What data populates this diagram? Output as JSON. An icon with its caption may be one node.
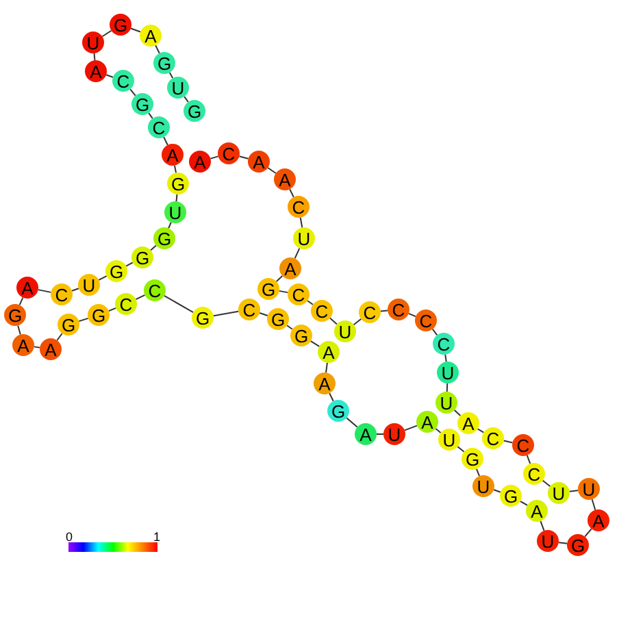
{
  "diagram": {
    "nodes": [
      {
        "text": [
          "A"
        ]
      },
      {
        "text": [
          "C"
        ]
      },
      {
        "text": [
          "A"
        ]
      },
      {
        "text": [
          "A"
        ]
      },
      {
        "text": [
          "C"
        ]
      },
      {
        "text": [
          "U"
        ]
      },
      {
        "text": [
          "A"
        ]
      },
      {
        "text": [
          "G"
        ]
      },
      {
        "text": [
          "C"
        ]
      },
      {
        "text": [
          "C"
        ]
      },
      {
        "text": [
          "U"
        ]
      },
      {
        "text": [
          "C"
        ]
      },
      {
        "text": [
          "C"
        ]
      },
      {
        "text": [
          "C"
        ]
      },
      {
        "text": [
          "C"
        ]
      },
      {
        "text": [
          "U"
        ]
      },
      {
        "text": [
          "U"
        ]
      },
      {
        "text": [
          "A"
        ]
      },
      {
        "text": [
          "C"
        ]
      },
      {
        "text": [
          "C"
        ]
      },
      {
        "text": [
          "C"
        ]
      },
      {
        "text": [
          "U"
        ]
      },
      {
        "text": [
          "U"
        ]
      },
      {
        "text": [
          "A"
        ]
      },
      {
        "text": [
          "G"
        ]
      },
      {
        "text": [
          "U"
        ]
      },
      {
        "text": [
          "A"
        ]
      },
      {
        "text": [
          "G"
        ]
      },
      {
        "text": [
          "U"
        ]
      },
      {
        "text": [
          "G"
        ]
      },
      {
        "text": [
          "U"
        ]
      },
      {
        "text": [
          "A"
        ]
      },
      {
        "text": [
          "U"
        ]
      },
      {
        "text": [
          "A"
        ]
      },
      {
        "text": [
          "G"
        ]
      },
      {
        "text": [
          "A"
        ]
      },
      {
        "text": [
          "A"
        ]
      },
      {
        "text": [
          "G"
        ]
      },
      {
        "text": [
          "G"
        ]
      },
      {
        "text": [
          "C"
        ]
      },
      {
        "text": [
          "G"
        ]
      },
      {
        "text": [
          "C"
        ]
      },
      {
        "text": [
          "C"
        ]
      },
      {
        "text": [
          "G"
        ]
      },
      {
        "text": [
          "G"
        ]
      },
      {
        "text": [
          "A"
        ]
      },
      {
        "text": [
          "A"
        ]
      },
      {
        "text": [
          "G"
        ]
      },
      {
        "text": [
          "A"
        ]
      },
      {
        "text": [
          "C"
        ]
      },
      {
        "text": [
          "U"
        ]
      },
      {
        "text": [
          "G"
        ]
      },
      {
        "text": [
          "G"
        ]
      },
      {
        "text": [
          "G"
        ]
      },
      {
        "text": [
          "U"
        ]
      },
      {
        "text": [
          "G"
        ]
      },
      {
        "text": [
          "A"
        ]
      },
      {
        "text": [
          "C"
        ]
      },
      {
        "text": [
          "G"
        ]
      },
      {
        "text": [
          "C"
        ]
      },
      {
        "text": [
          "A"
        ]
      },
      {
        "text": [
          "U"
        ]
      },
      {
        "text": [
          "G"
        ]
      },
      {
        "text": [
          "A"
        ]
      },
      {
        "text": [
          "G"
        ]
      },
      {
        "text": [
          "U"
        ]
      },
      {
        "text": [
          "G"
        ]
      }
    ],
    "edges": [
      {
        "from": 0,
        "to": 1,
        "arrow": "none"
      },
      {
        "from": 1,
        "to": 2,
        "arrow": "none"
      },
      {
        "from": 2,
        "to": 3,
        "arrow": "none"
      },
      {
        "from": 3,
        "to": 4,
        "arrow": "none"
      },
      {
        "from": 4,
        "to": 5,
        "arrow": "none"
      },
      {
        "from": 5,
        "to": 6,
        "arrow": "none"
      },
      {
        "from": 6,
        "to": 7,
        "arrow": "none"
      },
      {
        "from": 7,
        "to": 8,
        "arrow": "none"
      },
      {
        "from": 8,
        "to": 9,
        "arrow": "none"
      },
      {
        "from": 9,
        "to": 10,
        "arrow": "none"
      },
      {
        "from": 10,
        "to": 11,
        "arrow": "none"
      },
      {
        "from": 11,
        "to": 12,
        "arrow": "none"
      },
      {
        "from": 12,
        "to": 13,
        "arrow": "none"
      },
      {
        "from": 13,
        "to": 14,
        "arrow": "none"
      },
      {
        "from": 14,
        "to": 15,
        "arrow": "none"
      },
      {
        "from": 15,
        "to": 16,
        "arrow": "none"
      },
      {
        "from": 16,
        "to": 17,
        "arrow": "none"
      },
      {
        "from": 17,
        "to": 18,
        "arrow": "none"
      },
      {
        "from": 18,
        "to": 19,
        "arrow": "none"
      },
      {
        "from": 19,
        "to": 20,
        "arrow": "none"
      },
      {
        "from": 20,
        "to": 21,
        "arrow": "none"
      },
      {
        "from": 21,
        "to": 22,
        "arrow": "none"
      },
      {
        "from": 22,
        "to": 23,
        "arrow": "none"
      },
      {
        "from": 23,
        "to": 24,
        "arrow": "none"
      },
      {
        "from": 24,
        "to": 25,
        "arrow": "none"
      },
      {
        "from": 25,
        "to": 26,
        "arrow": "none"
      },
      {
        "from": 26,
        "to": 27,
        "arrow": "none"
      },
      {
        "from": 27,
        "to": 28,
        "arrow": "none"
      },
      {
        "from": 28,
        "to": 29,
        "arrow": "none"
      },
      {
        "from": 29,
        "to": 30,
        "arrow": "none"
      },
      {
        "from": 30,
        "to": 31,
        "arrow": "none"
      },
      {
        "from": 31,
        "to": 32,
        "arrow": "none"
      },
      {
        "from": 32,
        "to": 33,
        "arrow": "none"
      },
      {
        "from": 33,
        "to": 34,
        "arrow": "none"
      },
      {
        "from": 34,
        "to": 35,
        "arrow": "none"
      },
      {
        "from": 35,
        "to": 36,
        "arrow": "none"
      },
      {
        "from": 36,
        "to": 37,
        "arrow": "none"
      },
      {
        "from": 37,
        "to": 38,
        "arrow": "none"
      },
      {
        "from": 38,
        "to": 39,
        "arrow": "none"
      },
      {
        "from": 39,
        "to": 40,
        "arrow": "none"
      },
      {
        "from": 40,
        "to": 41,
        "arrow": "none"
      },
      {
        "from": 41,
        "to": 42,
        "arrow": "none"
      },
      {
        "from": 42,
        "to": 43,
        "arrow": "none"
      },
      {
        "from": 43,
        "to": 44,
        "arrow": "none"
      },
      {
        "from": 44,
        "to": 45,
        "arrow": "none"
      },
      {
        "from": 45,
        "to": 46,
        "arrow": "none"
      },
      {
        "from": 46,
        "to": 47,
        "arrow": "none"
      },
      {
        "from": 47,
        "to": 48,
        "arrow": "none"
      },
      {
        "from": 48,
        "to": 49,
        "arrow": "none"
      },
      {
        "from": 49,
        "to": 50,
        "arrow": "none"
      },
      {
        "from": 50,
        "to": 51,
        "arrow": "none"
      },
      {
        "from": 51,
        "to": 52,
        "arrow": "none"
      },
      {
        "from": 52,
        "to": 53,
        "arrow": "none"
      },
      {
        "from": 53,
        "to": 54,
        "arrow": "none"
      },
      {
        "from": 54,
        "to": 55,
        "arrow": "none"
      },
      {
        "from": 55,
        "to": 56,
        "arrow": "none"
      },
      {
        "from": 56,
        "to": 57,
        "arrow": "none"
      },
      {
        "from": 57,
        "to": 58,
        "arrow": "none"
      },
      {
        "from": 58,
        "to": 59,
        "arrow": "none"
      },
      {
        "from": 59,
        "to": 60,
        "arrow": "none"
      },
      {
        "from": 60,
        "to": 61,
        "arrow": "none"
      },
      {
        "from": 61,
        "to": 62,
        "arrow": "none"
      },
      {
        "from": 62,
        "to": 63,
        "arrow": "none"
      },
      {
        "from": 63,
        "to": 64,
        "arrow": "none"
      },
      {
        "from": 64,
        "to": 65,
        "arrow": "none"
      },
      {
        "from": 65,
        "to": 66,
        "arrow": "none"
      }
    ],
    "labels": [
      "0",
      "1"
    ]
  }
}
